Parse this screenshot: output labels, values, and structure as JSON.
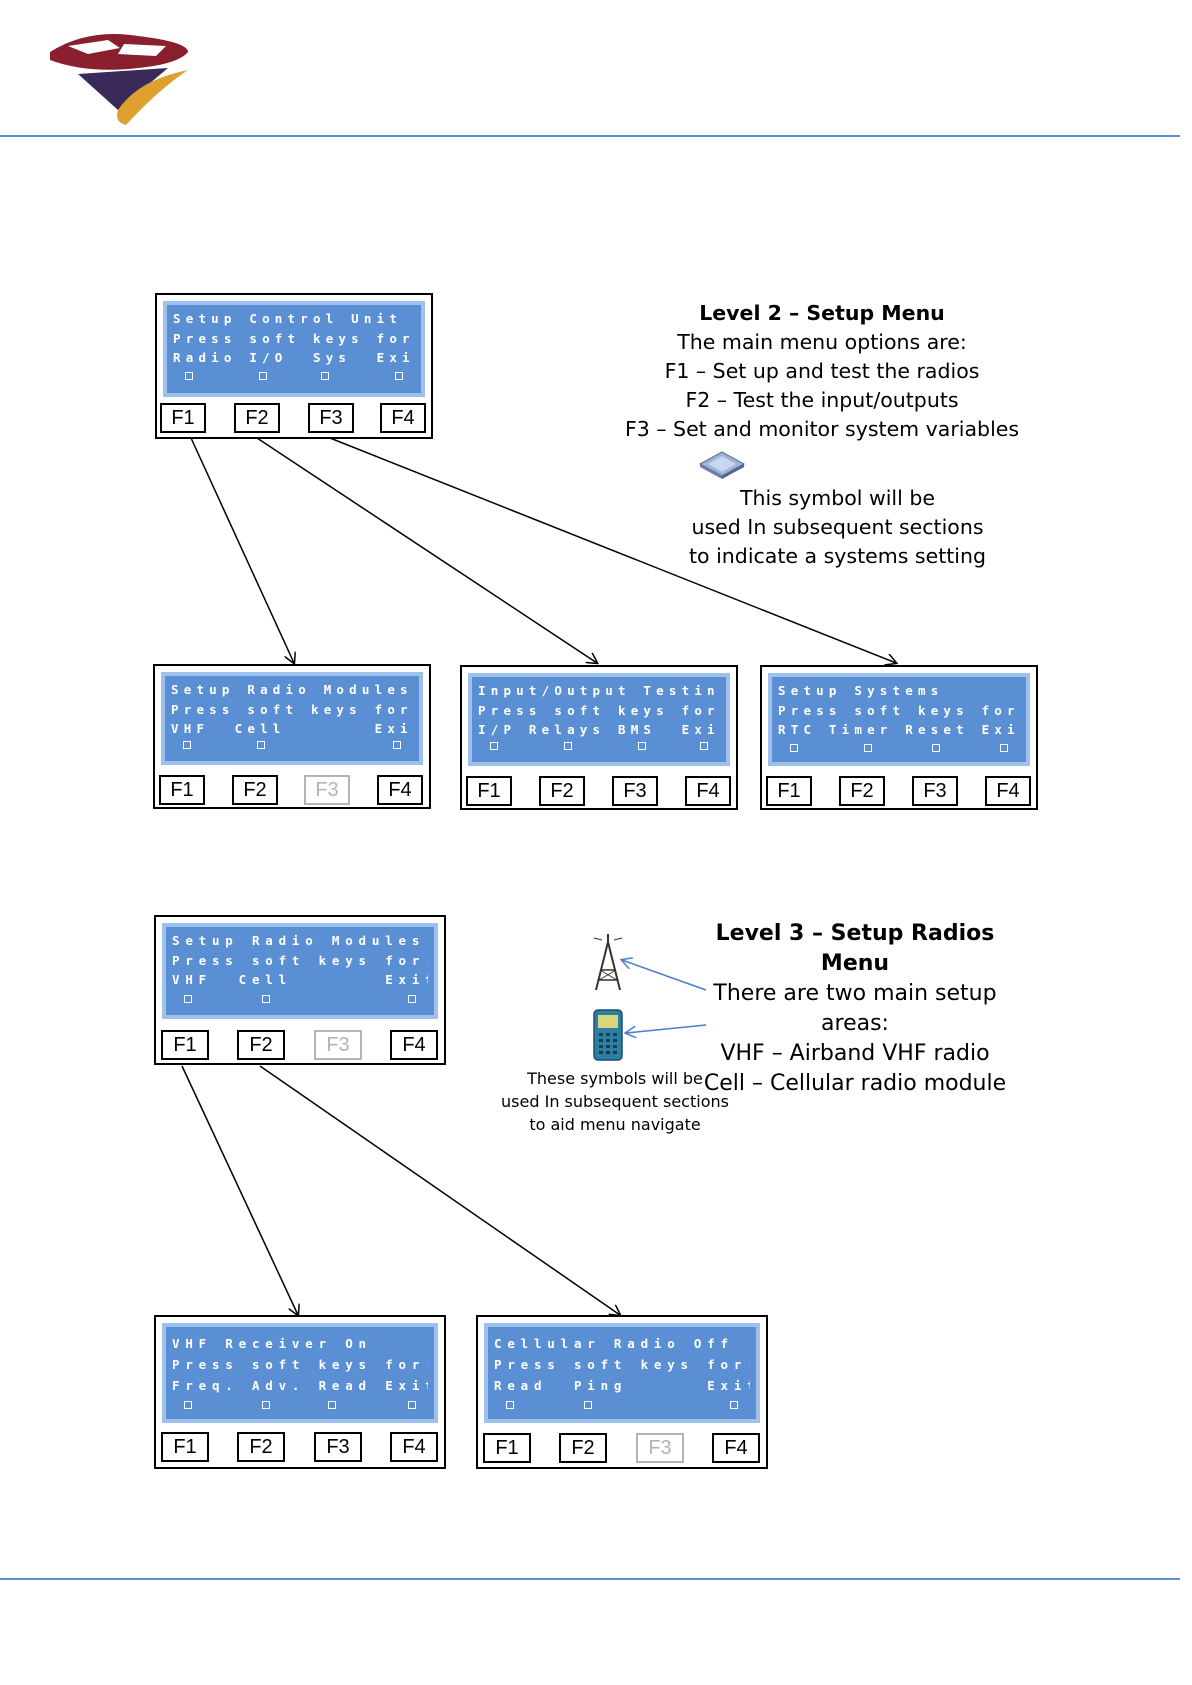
{
  "header_line_color": "#5b8fd4",
  "lcd_color": "#5b8fd4",
  "logo": "company-logo",
  "level2": {
    "title": "Level 2 – Setup Menu",
    "lines": [
      "The main menu options are:",
      "F1 – Set up and test the radios",
      "F2 – Test the input/outputs",
      "F3 – Set and monitor system variables"
    ],
    "symbol_icon": "system-chip-icon",
    "symbol_lines": [
      "This symbol will be",
      "used In subsequent sections",
      "to indicate a systems setting"
    ]
  },
  "level3": {
    "title": "Level 3 – Setup Radios Menu",
    "lines": [
      "There are two main setup areas:",
      "VHF – Airband VHF radio",
      "Cell – Cellular radio module"
    ],
    "icons": [
      "radio-tower-icon",
      "cell-phone-icon"
    ],
    "symbol_lines": [
      "These symbols will be",
      "used In subsequent  sections",
      "to aid menu navigate"
    ]
  },
  "units": {
    "control_unit": {
      "lines": [
        "Setup Control Unit",
        "Press soft keys for:",
        "Radio I/O  Sys  Exit"
      ],
      "keys": [
        "F1",
        "F2",
        "F3",
        "F4"
      ],
      "disabled": []
    },
    "radio_modules": {
      "lines": [
        "Setup Radio Modules",
        "Press soft keys for:",
        "VHF  Cell       Exit"
      ],
      "keys": [
        "F1",
        "F2",
        "F3",
        "F4"
      ],
      "disabled": [
        "F3"
      ]
    },
    "io_testing": {
      "lines": [
        "Input/Output Testing",
        "Press soft keys for:",
        "I/P Relays BMS  Exit"
      ],
      "keys": [
        "F1",
        "F2",
        "F3",
        "F4"
      ],
      "disabled": []
    },
    "systems": {
      "lines": [
        "Setup Systems",
        "Press soft keys for:",
        "RTC Timer Reset Exit"
      ],
      "keys": [
        "F1",
        "F2",
        "F3",
        "F4"
      ],
      "disabled": []
    },
    "radio_modules_2": {
      "lines": [
        "Setup Radio Modules",
        "Press soft keys for:",
        "VHF  Cell       Exit"
      ],
      "keys": [
        "F1",
        "F2",
        "F3",
        "F4"
      ],
      "disabled": [
        "F3"
      ]
    },
    "vhf_receiver": {
      "lines": [
        "VHF Receiver On",
        "Press soft keys for:",
        "Freq. Adv. Read Exit"
      ],
      "keys": [
        "F1",
        "F2",
        "F3",
        "F4"
      ],
      "disabled": []
    },
    "cellular_radio": {
      "lines": [
        "Cellular Radio Off",
        "Press soft keys for:",
        "Read  Ping      Exit"
      ],
      "keys": [
        "F1",
        "F2",
        "F3",
        "F4"
      ],
      "disabled": [
        "F3"
      ]
    }
  }
}
